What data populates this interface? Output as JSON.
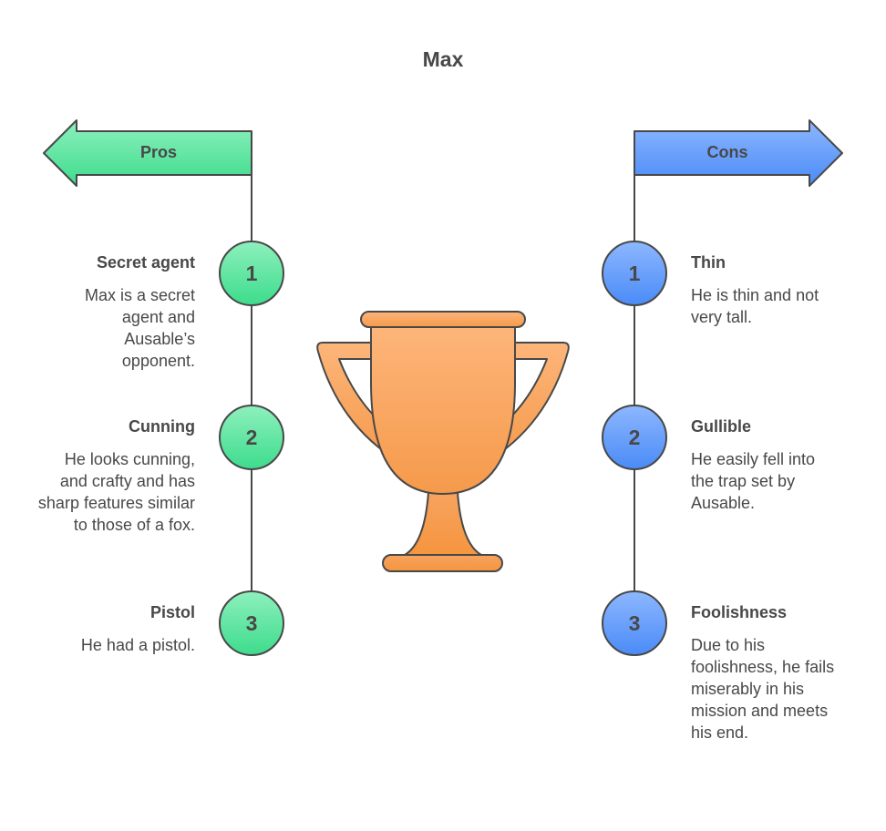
{
  "title": "Max",
  "pros": {
    "label": "Pros",
    "color": "#4ee79b",
    "items": [
      {
        "number": "1",
        "title": "Secret agent",
        "description": "Max is a secret agent and Ausable’s opponent."
      },
      {
        "number": "2",
        "title": "Cunning",
        "description": "He looks cunning, and crafty and has sharp features similar to those of a fox."
      },
      {
        "number": "3",
        "title": "Pistol",
        "description": "He had a pistol."
      }
    ]
  },
  "cons": {
    "label": "Cons",
    "color": "#5a98ff",
    "items": [
      {
        "number": "1",
        "title": "Thin",
        "description": "He is thin and not very tall."
      },
      {
        "number": "2",
        "title": "Gullible",
        "description": "He easily fell into the trap set by Ausable."
      },
      {
        "number": "3",
        "title": "Foolishness",
        "description": "Due to his foolishness, he fails miserably in his mission and meets his end."
      }
    ]
  },
  "center_icon": "trophy-icon"
}
